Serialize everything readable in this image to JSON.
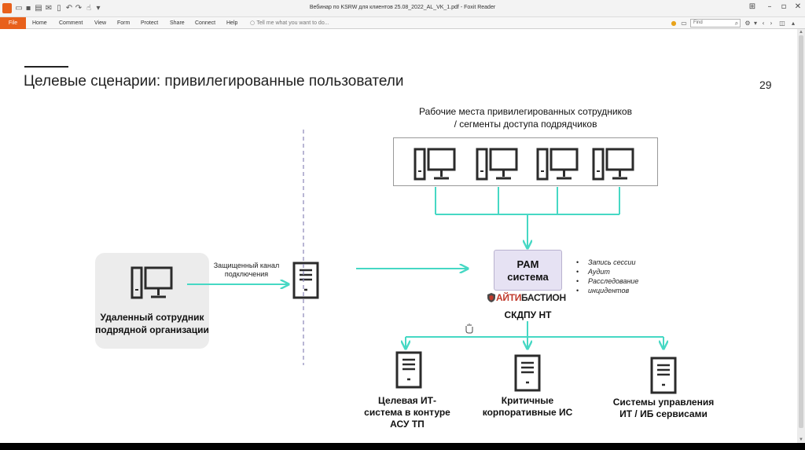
{
  "window": {
    "title": "Вебинар по KSRW для клиентов 25.08_2022_AL_VK_1.pdf - Foxit Reader"
  },
  "ribbon": {
    "file_label": "File",
    "menu": [
      "Home",
      "Comment",
      "View",
      "Form",
      "Protect",
      "Share",
      "Connect",
      "Help"
    ],
    "tell_me": "Tell me what you want to do...",
    "find_placeholder": "Find"
  },
  "slide": {
    "title": "Целевые сценарии: привилегированные пользователи",
    "page_number": "29",
    "workplaces_label_line1": "Рабочие места привилегированных сотрудников",
    "workplaces_label_line2": "/ сегменты доступа подрядчиков",
    "remote_label_line1": "Удаленный сотрудник",
    "remote_label_line2": "подрядной организации",
    "channel_label_line1": "Защищенный канал",
    "channel_label_line2": "подключения",
    "pam_line1": "PAM",
    "pam_line2": "система",
    "brand_accent": "АЙТИ",
    "brand_rest": "БАСТИОН",
    "skdpu_label": "СКДПУ НТ",
    "features": [
      "Запись сессии",
      "Аудит",
      "Расследование",
      "инцидентов"
    ],
    "targets": [
      {
        "line1": "Целевая ИТ-",
        "line2": "система в контуре",
        "line3": "АСУ ТП"
      },
      {
        "line1": "Критичные",
        "line2": "корпоративные ИС"
      },
      {
        "line1": "Системы управления",
        "line2": "ИТ / ИБ сервисами"
      }
    ]
  },
  "colors": {
    "accent": "#e8601b",
    "connector": "#46d8c4",
    "pam_fill": "#e6e2f3",
    "dashed": "#8a86b8"
  },
  "icons": [
    "workstation-icon",
    "server-icon",
    "shield-icon",
    "hand-cursor-icon"
  ]
}
